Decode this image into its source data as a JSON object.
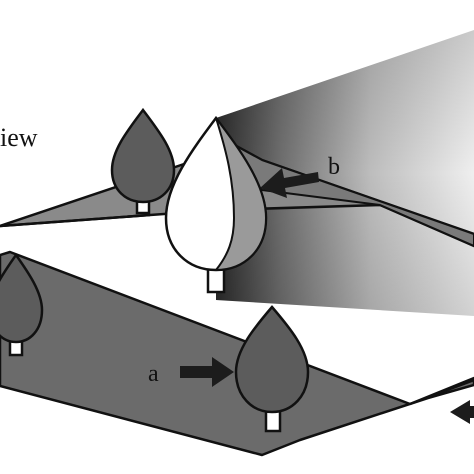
{
  "labels": {
    "view_partial": "iew",
    "a": "a",
    "b": "b"
  },
  "colors": {
    "background": "#ffffff",
    "ground_plane": "#6b6b6b",
    "upper_ground": "#8a8a8a",
    "tree_dark": "#5c5c5c",
    "tree_highlight": "#ffffff",
    "tree_shade": "#9a9a9a",
    "arrow": "#1c1c1c",
    "outline": "#111111"
  },
  "icons": {
    "arrow_shape": "block-arrow-right",
    "tree_shape": "teardrop-tree"
  }
}
